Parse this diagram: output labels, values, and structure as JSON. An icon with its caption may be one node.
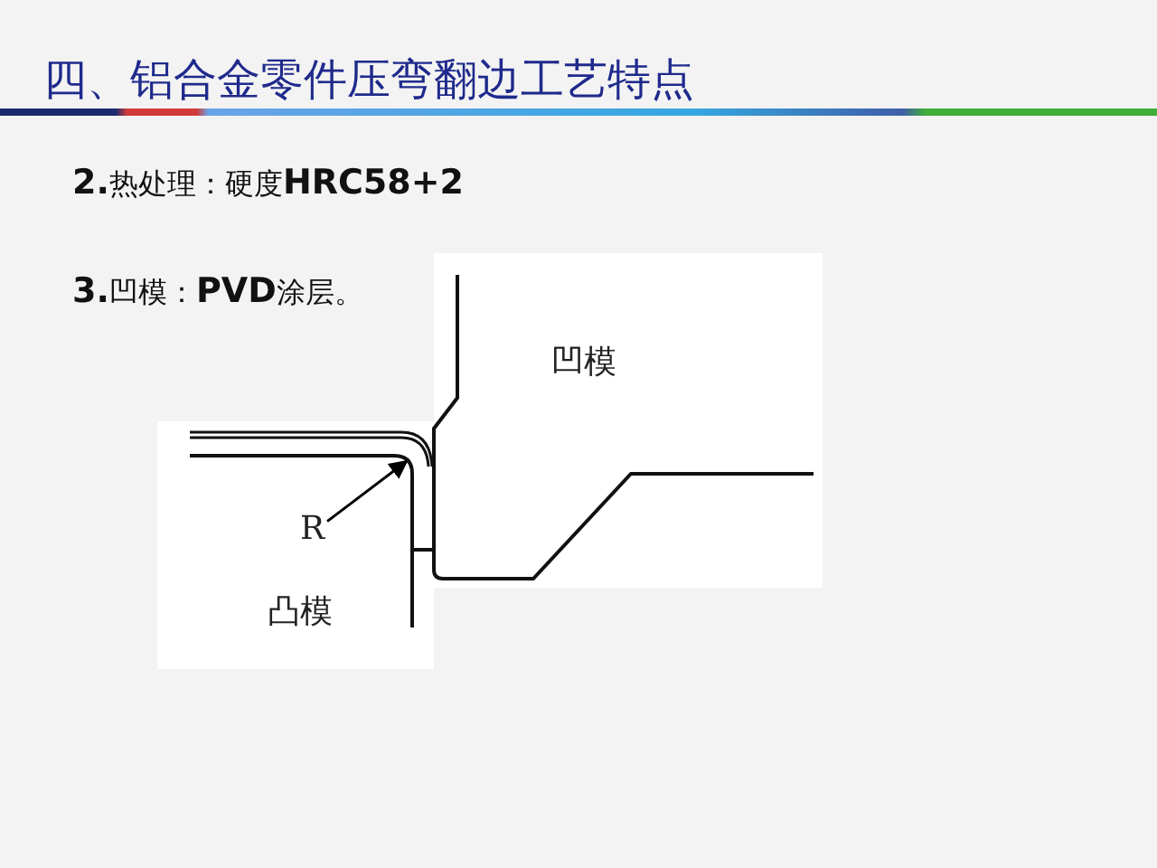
{
  "diagram": {
    "title": "四、铝合金零件压弯翻边工艺特点",
    "nodes": [
      {
        "text": [
          "R"
        ]
      },
      {
        "text": [],
        "shape": "arc"
      }
    ],
    "edges": [
      {
        "from": 0,
        "to": 1,
        "arrow": "to"
      }
    ],
    "labels": [
      "**2.**热处理：硬度**HRC58+2**",
      "**3.**凹模：**PVD**涂层。",
      "凹模",
      "凸模"
    ]
  }
}
